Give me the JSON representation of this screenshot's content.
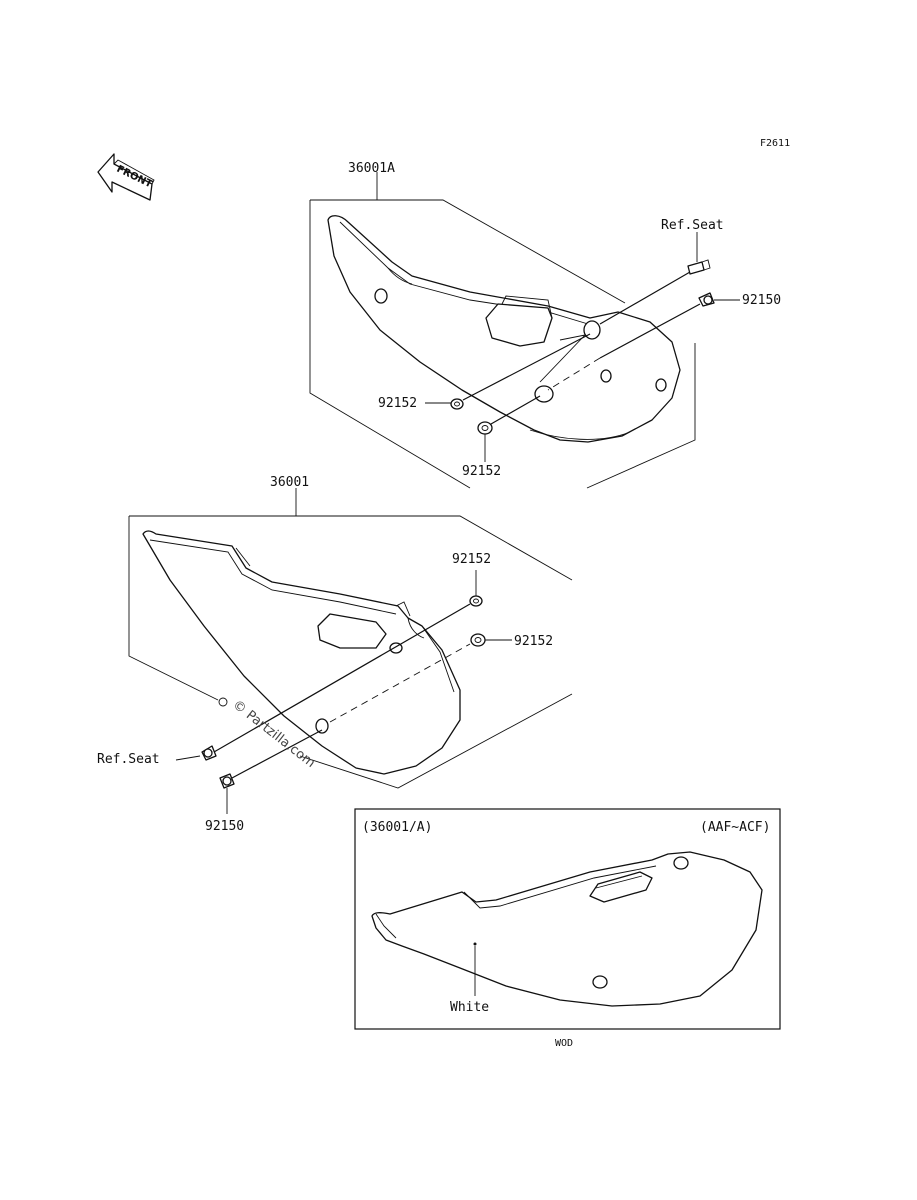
{
  "figure_code": "F2611",
  "front_label": "FRONT",
  "watermark": "© Partzilla.com",
  "inset": {
    "left_title": "(36001/A)",
    "right_title": "(AAF~ACF)",
    "color_note": "White",
    "caption": "WOD"
  },
  "labels": {
    "upper_cover": "36001A",
    "lower_cover": "36001",
    "ref_seat_upper": "Ref.Seat",
    "ref_seat_lower": "Ref.Seat",
    "bolt_upper": "92150",
    "bolt_lower": "92150",
    "washer_a": "92152",
    "washer_b": "92152",
    "washer_c": "92152",
    "washer_d": "92152"
  },
  "icons": {
    "front": "front-arrow-icon"
  }
}
